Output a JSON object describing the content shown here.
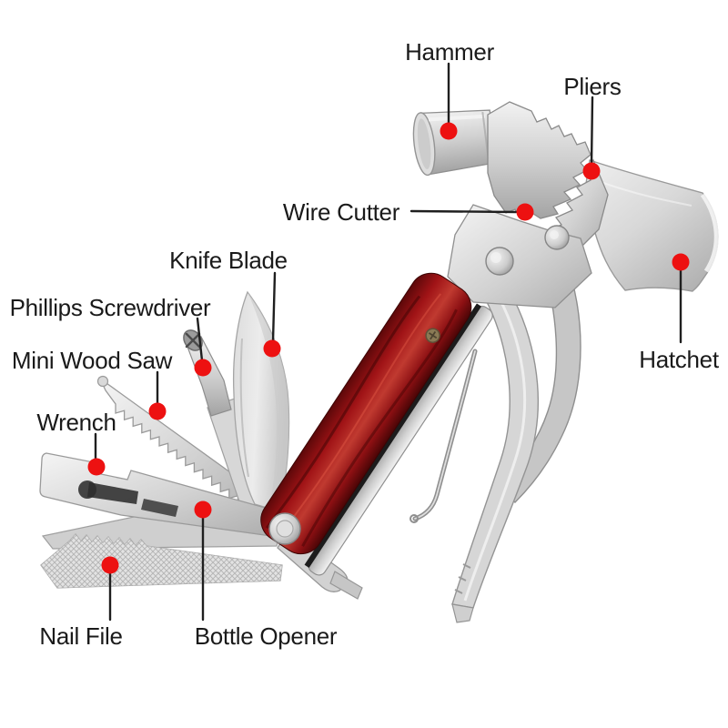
{
  "labels": {
    "hammer": "Hammer",
    "pliers": "Pliers",
    "wire_cutter": "Wire Cutter",
    "knife_blade": "Knife Blade",
    "phillips_screwdriver": "Phillips Screwdriver",
    "mini_wood_saw": "Mini Wood Saw",
    "wrench": "Wrench",
    "hatchet": "Hatchet",
    "nail_file": "Nail File",
    "bottle_opener": "Bottle Opener"
  },
  "colors": {
    "callout_dot": "#ed1111",
    "callout_line": "#1f1f1f",
    "label_text": "#1a1a1a",
    "handle_wood_red": "#a61518",
    "metal_light": "#e8e8e8",
    "metal_mid": "#c9c9c9",
    "background": "#ffffff"
  }
}
